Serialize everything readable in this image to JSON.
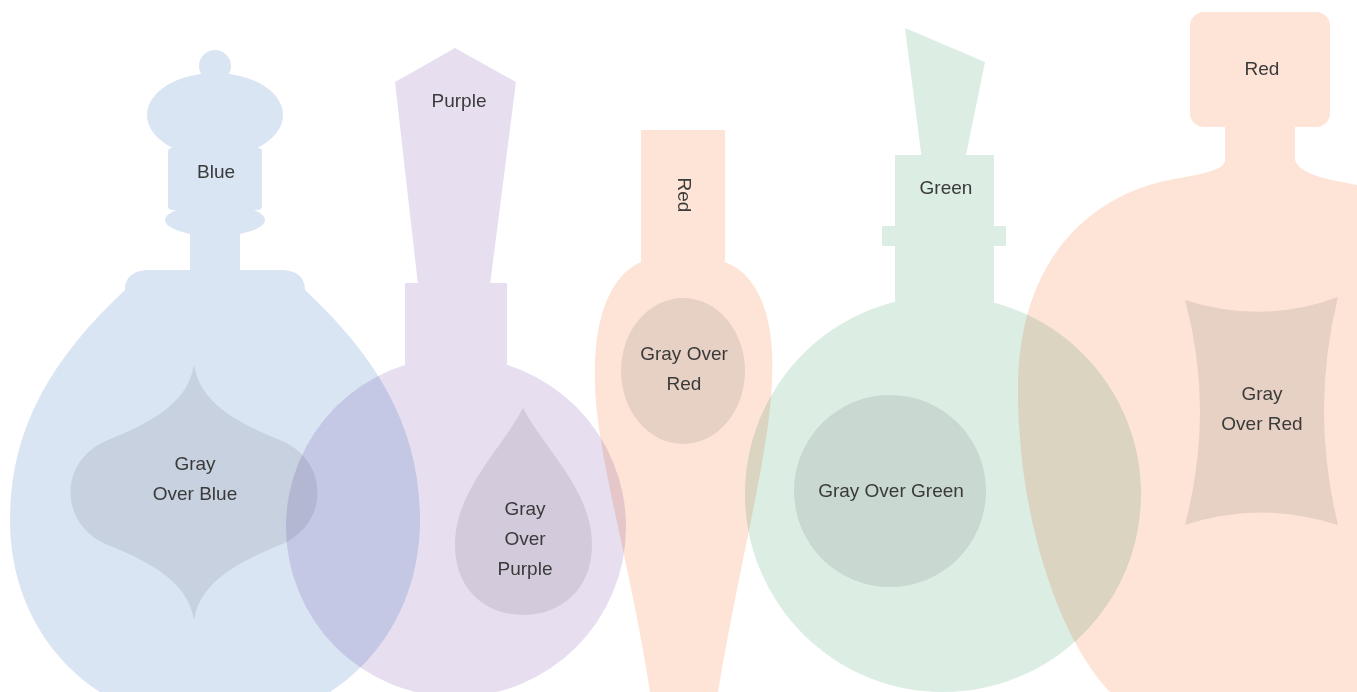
{
  "diagram": {
    "nodes": [
      {
        "text": [
          "Blue"
        ]
      },
      {
        "text": [
          "Gray Over Blue"
        ],
        "in": 0
      },
      {
        "text": [
          "Purple"
        ]
      },
      {
        "text": [
          "Gray Over Purple"
        ],
        "in": 2
      },
      {
        "text": [
          "Red"
        ]
      },
      {
        "text": [
          "Gray Over Red"
        ],
        "in": 4
      },
      {
        "text": [
          "Green"
        ]
      },
      {
        "text": [
          "Gray Over Green"
        ],
        "in": 6
      },
      {
        "text": [
          "Red"
        ]
      },
      {
        "text": [
          "Gray Over Red"
        ],
        "in": 8
      }
    ]
  }
}
